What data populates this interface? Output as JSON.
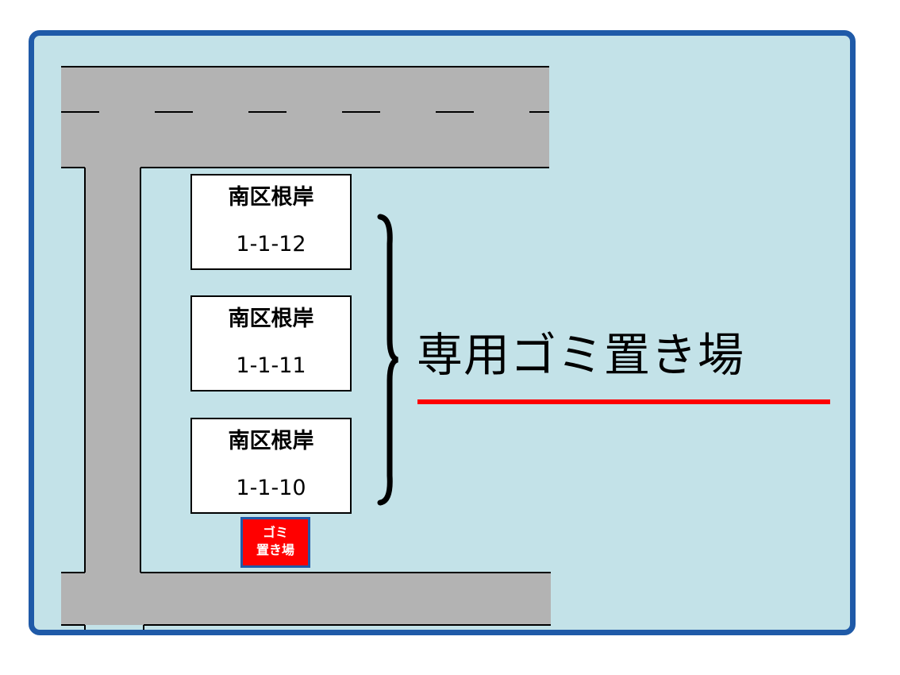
{
  "map": {
    "colors": {
      "background": "#c3e2e8",
      "frame_border": "#1f5aa8",
      "road": "#b3b3b3",
      "house_fill": "#ffffff",
      "highlight": "#ff0000"
    },
    "houses": [
      {
        "district": "南区根岸",
        "number": "1-1-12"
      },
      {
        "district": "南区根岸",
        "number": "1-1-11"
      },
      {
        "district": "南区根岸",
        "number": "1-1-10"
      }
    ],
    "dedicated_area_label": "専用ゴミ置き場",
    "garbage_marker": {
      "line1": "ゴミ",
      "line2": "置き場"
    }
  }
}
